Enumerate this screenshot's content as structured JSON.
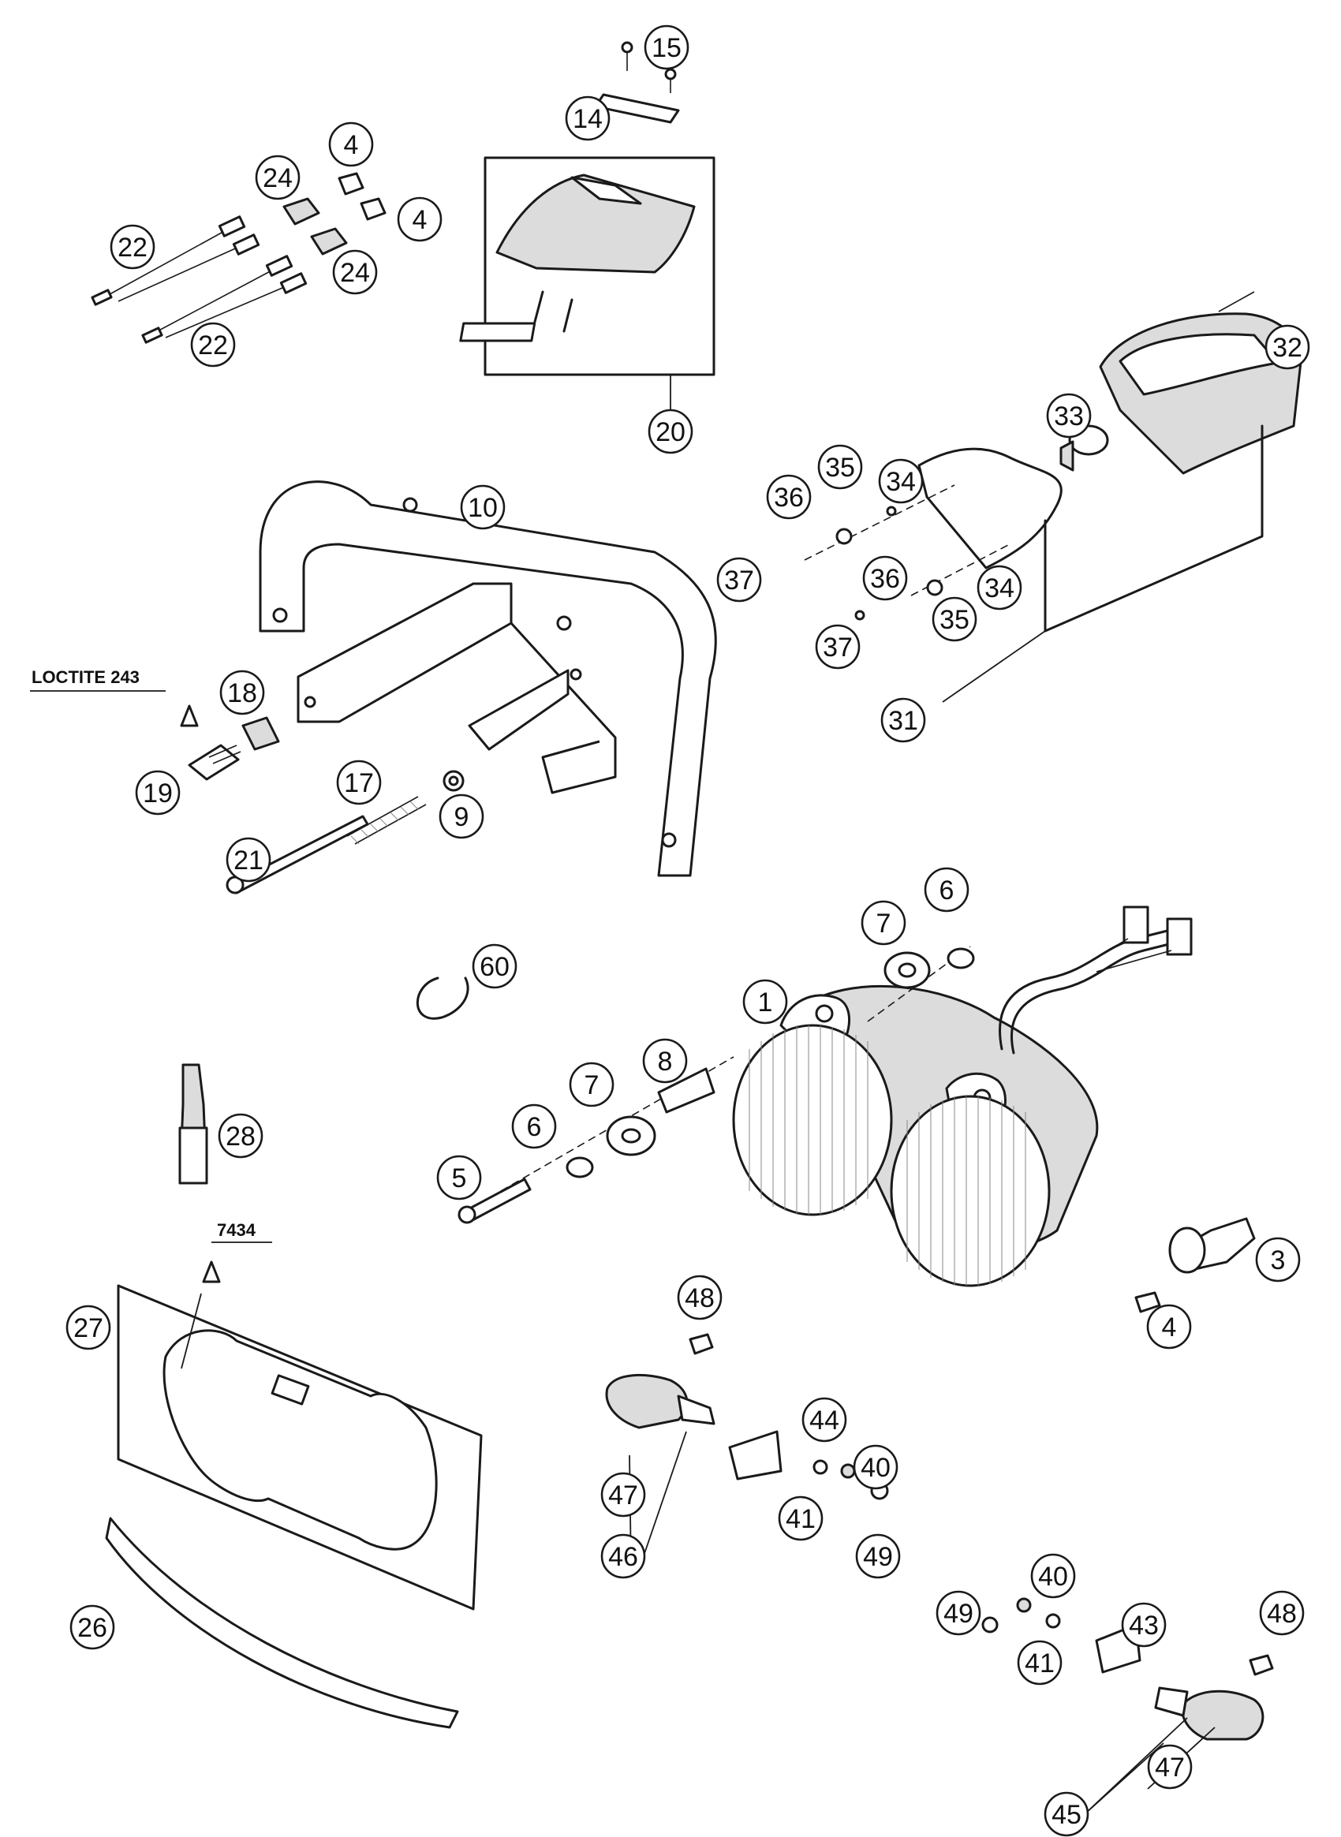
{
  "callouts": [
    {
      "id": "c15a",
      "label": "15"
    },
    {
      "id": "c14",
      "label": "14"
    },
    {
      "id": "c4a",
      "label": "4"
    },
    {
      "id": "c24a",
      "label": "24"
    },
    {
      "id": "c4b",
      "label": "4"
    },
    {
      "id": "c22a",
      "label": "22"
    },
    {
      "id": "c24b",
      "label": "24"
    },
    {
      "id": "c22b",
      "label": "22"
    },
    {
      "id": "c20",
      "label": "20"
    },
    {
      "id": "c32",
      "label": "32"
    },
    {
      "id": "c33",
      "label": "33"
    },
    {
      "id": "c35a",
      "label": "35"
    },
    {
      "id": "c34a",
      "label": "34"
    },
    {
      "id": "c36a",
      "label": "36"
    },
    {
      "id": "c37a",
      "label": "37"
    },
    {
      "id": "c36b",
      "label": "36"
    },
    {
      "id": "c34b",
      "label": "34"
    },
    {
      "id": "c35b",
      "label": "35"
    },
    {
      "id": "c37b",
      "label": "37"
    },
    {
      "id": "c31",
      "label": "31"
    },
    {
      "id": "c10",
      "label": "10"
    },
    {
      "id": "c18",
      "label": "18"
    },
    {
      "id": "c19",
      "label": "19"
    },
    {
      "id": "c17",
      "label": "17"
    },
    {
      "id": "c9",
      "label": "9"
    },
    {
      "id": "c21",
      "label": "21"
    },
    {
      "id": "c7a",
      "label": "7"
    },
    {
      "id": "c6a",
      "label": "6"
    },
    {
      "id": "c60",
      "label": "60"
    },
    {
      "id": "c1",
      "label": "1"
    },
    {
      "id": "c8",
      "label": "8"
    },
    {
      "id": "c7b",
      "label": "7"
    },
    {
      "id": "c6b",
      "label": "6"
    },
    {
      "id": "c28",
      "label": "28"
    },
    {
      "id": "c5",
      "label": "5"
    },
    {
      "id": "c3",
      "label": "3"
    },
    {
      "id": "c4c",
      "label": "4"
    },
    {
      "id": "c48a",
      "label": "48"
    },
    {
      "id": "c27",
      "label": "27"
    },
    {
      "id": "c44",
      "label": "44"
    },
    {
      "id": "c40a",
      "label": "40"
    },
    {
      "id": "c47a",
      "label": "47"
    },
    {
      "id": "c41a",
      "label": "41"
    },
    {
      "id": "c49a",
      "label": "49"
    },
    {
      "id": "c46",
      "label": "46"
    },
    {
      "id": "c26",
      "label": "26"
    },
    {
      "id": "c40b",
      "label": "40"
    },
    {
      "id": "c49b",
      "label": "49"
    },
    {
      "id": "c48b",
      "label": "48"
    },
    {
      "id": "c43",
      "label": "43"
    },
    {
      "id": "c41b",
      "label": "41"
    },
    {
      "id": "c47b",
      "label": "47"
    },
    {
      "id": "c45",
      "label": "45"
    }
  ],
  "notes": {
    "loctite": "LOCTITE 243",
    "code7434": "7434"
  }
}
